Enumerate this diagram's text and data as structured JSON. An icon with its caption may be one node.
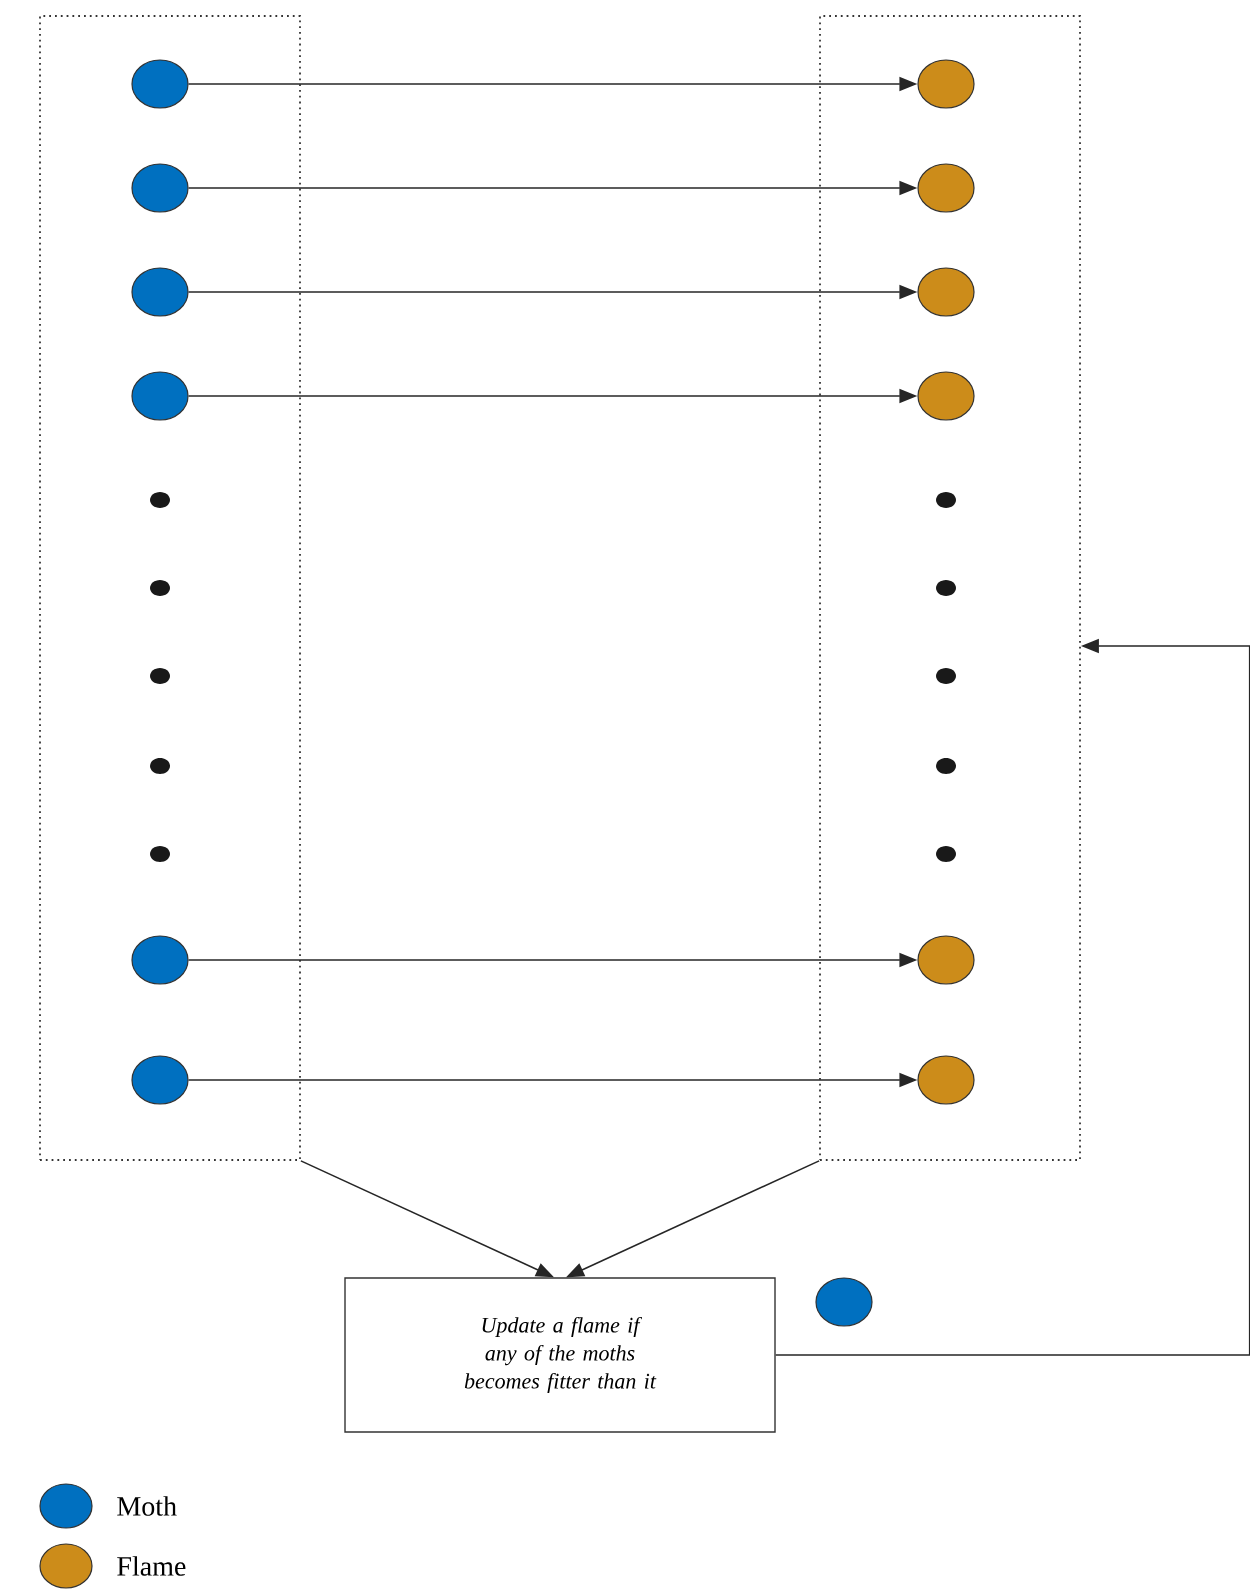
{
  "diagram": {
    "nodes": [
      {
        "text": [],
        "shape": "box"
      },
      {
        "text": [],
        "shape": "box"
      },
      {
        "text": [],
        "shape": "circle",
        "in": 0
      },
      {
        "text": [],
        "shape": "circle",
        "in": 0
      },
      {
        "text": [],
        "shape": "circle",
        "in": 0
      },
      {
        "text": [],
        "shape": "circle",
        "in": 0
      },
      {
        "text": [],
        "shape": "circle",
        "in": 0
      },
      {
        "text": [],
        "shape": "circle",
        "in": 0
      },
      {
        "text": [],
        "shape": "circle",
        "in": 1
      },
      {
        "text": [],
        "shape": "circle",
        "in": 1
      },
      {
        "text": [],
        "shape": "circle",
        "in": 1
      },
      {
        "text": [],
        "shape": "circle",
        "in": 1
      },
      {
        "text": [],
        "shape": "circle",
        "in": 1
      },
      {
        "text": [],
        "shape": "circle",
        "in": 1
      },
      {
        "text": [
          "Update a flame if any of the moths becomes fitter than it"
        ]
      },
      {
        "text": [],
        "shape": "circle"
      }
    ],
    "edges": [
      {
        "from": 2,
        "to": 8,
        "arrow": "to"
      },
      {
        "from": 3,
        "to": 9,
        "arrow": "to"
      },
      {
        "from": 4,
        "to": 10,
        "arrow": "to"
      },
      {
        "from": 5,
        "to": 11,
        "arrow": "to"
      },
      {
        "from": 6,
        "to": 12,
        "arrow": "to"
      },
      {
        "from": 7,
        "to": 13,
        "arrow": "to"
      },
      {
        "from": 0,
        "to": 14,
        "arrow": "to"
      },
      {
        "from": 1,
        "to": 14,
        "arrow": "to"
      },
      {
        "from": 14,
        "to": 1,
        "arrow": "to"
      }
    ],
    "legend": [
      {
        "text": "Moth",
        "color": "#0070c0"
      },
      {
        "text": "Flame",
        "color": "#cc8c1a"
      }
    ]
  }
}
